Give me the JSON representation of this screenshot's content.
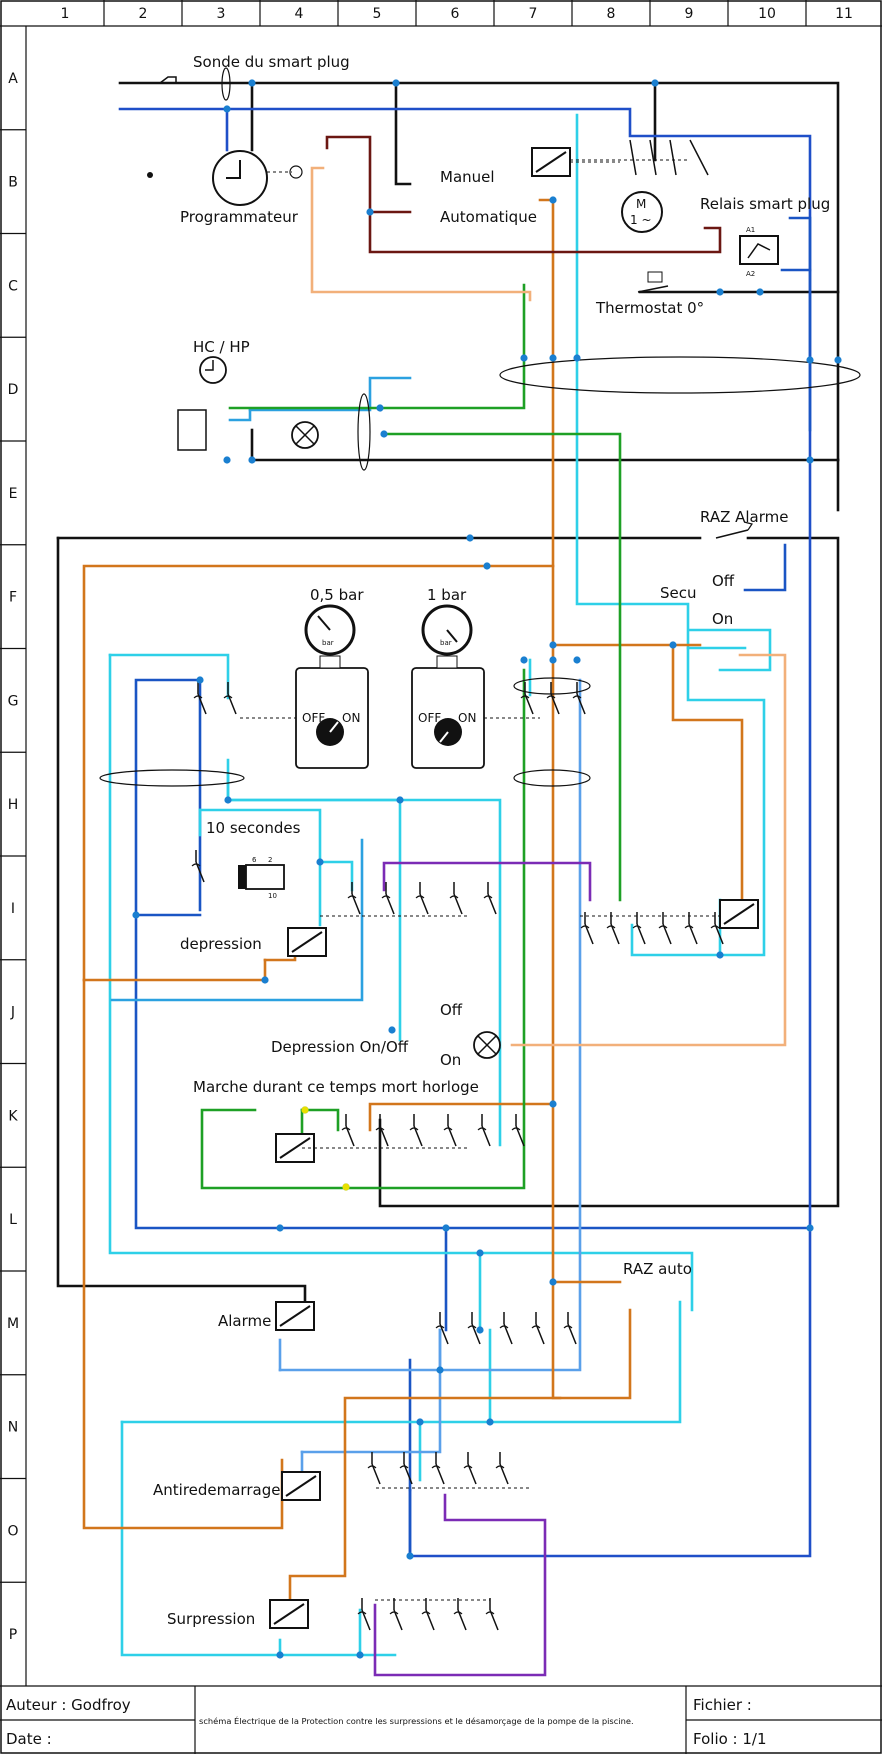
{
  "frame": {
    "columns": [
      "1",
      "2",
      "3",
      "4",
      "5",
      "6",
      "7",
      "8",
      "9",
      "10",
      "11"
    ],
    "rows": [
      "A",
      "B",
      "C",
      "D",
      "E",
      "F",
      "G",
      "H",
      "I",
      "J",
      "K",
      "L",
      "M",
      "N",
      "O",
      "P"
    ]
  },
  "labels": {
    "sonde": "Sonde du smart plug",
    "manuel": "Manuel",
    "automatique": "Automatique",
    "programmateur": "Programmateur",
    "relais_smart_plug": "Relais smart plug",
    "thermostat": "Thermostat 0°",
    "hc_hp": "HC / HP",
    "raz_alarme": "RAZ Alarme",
    "secu": "Secu",
    "off": "Off",
    "on": "On",
    "gauge_05": "0,5 bar",
    "gauge_1": "1 bar",
    "sw_off": "OFF",
    "sw_on": "ON",
    "dix_secondes": "10 secondes",
    "depression": "depression",
    "depression_onoff": "Depression On/Off",
    "marche": "Marche durant ce temps mort horloge",
    "raz_auto": "RAZ auto",
    "alarme": "Alarme",
    "antiredemarrage": "Antiredemarrage",
    "surpression": "Surpression",
    "motor": "M",
    "motor_phase": "1 ~",
    "a1": "A1",
    "a2": "A2",
    "bar_unit": "bar"
  },
  "footer": {
    "author": "Auteur : Godfroy",
    "date": "Date :",
    "title": "schéma Électrique de la Protection contre les surpressions et le désamorçage de la pompe de la piscine.",
    "fichier": "Fichier :",
    "folio": "Folio : 1/1"
  },
  "colors": {
    "black": "#111111",
    "blue": "#1f4fc8",
    "cyan": "#2ed0e8",
    "light_blue": "#5aa0ea",
    "orange": "#d2761c",
    "green": "#1ea025",
    "purple": "#7b2bb5",
    "peach": "#f2b07a",
    "brown": "#6b1712"
  }
}
